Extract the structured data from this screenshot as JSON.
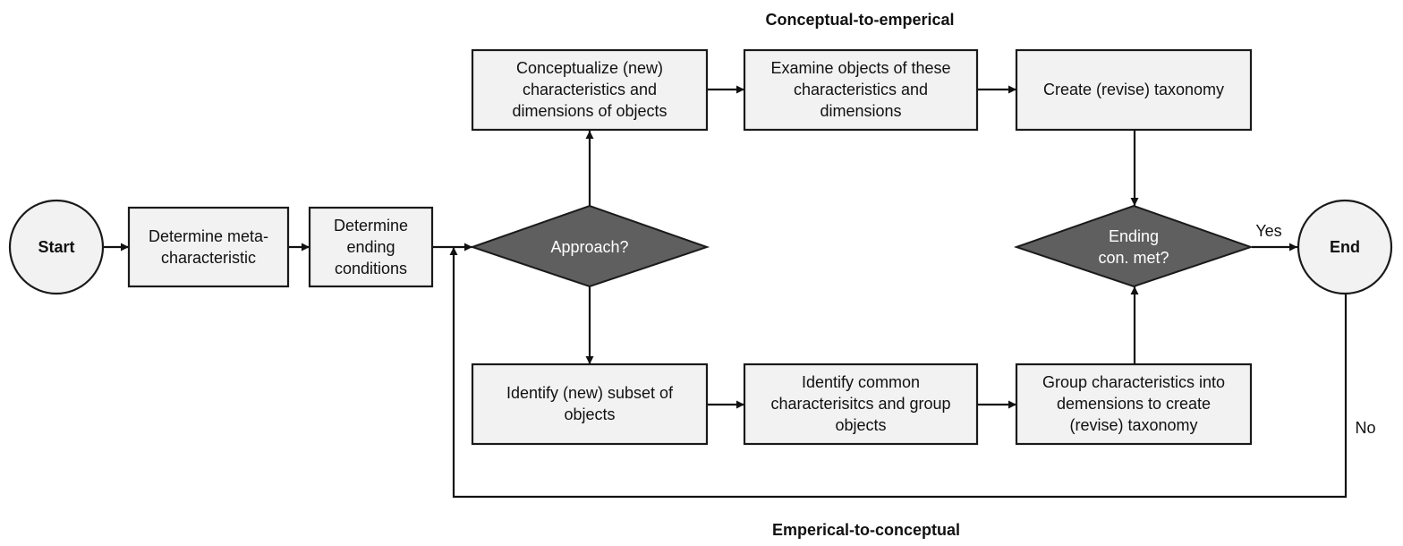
{
  "diagram": {
    "sections": {
      "top": "Conceptual-to-emperical",
      "bottom": "Emperical-to-conceptual"
    },
    "nodes": {
      "start": [
        "Start"
      ],
      "meta": [
        "Determine meta-",
        "characteristic"
      ],
      "ending": [
        "Determine",
        "ending",
        "conditions"
      ],
      "approach": [
        "Approach?"
      ],
      "conceptualize": [
        "Conceptualize (new)",
        "characteristics and",
        "dimensions of objects"
      ],
      "examine": [
        "Examine objects of these",
        "characteristics and",
        "dimensions"
      ],
      "create": [
        "Create (revise) taxonomy"
      ],
      "identify_subset": [
        "Identify (new) subset of",
        "objects"
      ],
      "identify_common": [
        "Identify common",
        "characterisitcs and group",
        "objects"
      ],
      "group": [
        "Group characteristics into",
        "demensions to create",
        "(revise) taxonomy"
      ],
      "ending_met": [
        "Ending",
        "con. met?"
      ],
      "end": [
        "End"
      ]
    },
    "edge_labels": {
      "yes": "Yes",
      "no": "No"
    },
    "colors": {
      "box_fill": "#f2f2f2",
      "diamond_fill": "#5f5f5f",
      "stroke": "#1a1a1a"
    }
  }
}
